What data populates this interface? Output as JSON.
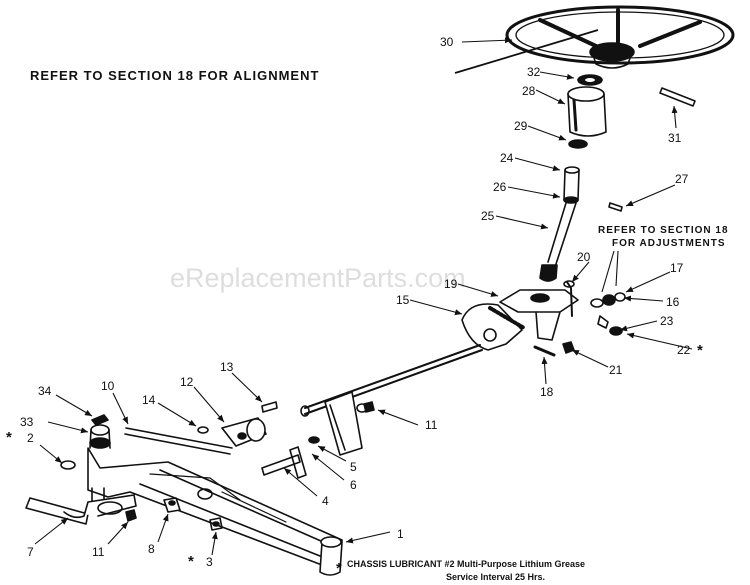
{
  "watermark": "eReplacementParts.com",
  "notes": {
    "alignment": "REFER TO SECTION 18 FOR ALIGNMENT",
    "adjustments_line1": "REFER TO SECTION 18",
    "adjustments_line2": "FOR ADJUSTMENTS",
    "lubricant_line1": "CHASSIS LUBRICANT #2 Multi-Purpose Lithium Grease",
    "lubricant_line2": "Service Interval 25 Hrs.",
    "asterisk": "*"
  },
  "callouts": {
    "p1": "1",
    "p2": "2",
    "p3": "3",
    "p4": "4",
    "p5": "5",
    "p6": "6",
    "p7": "7",
    "p8": "8",
    "p10": "10",
    "p11a": "11",
    "p11b": "11",
    "p12": "12",
    "p13": "13",
    "p14": "14",
    "p15": "15",
    "p16": "16",
    "p17": "17",
    "p18": "18",
    "p19": "19",
    "p20": "20",
    "p21": "21",
    "p22": "22",
    "p23": "23",
    "p24": "24",
    "p25": "25",
    "p26": "26",
    "p27": "27",
    "p28": "28",
    "p29": "29",
    "p30": "30",
    "p31": "31",
    "p32": "32",
    "p33": "33",
    "p34": "34"
  }
}
